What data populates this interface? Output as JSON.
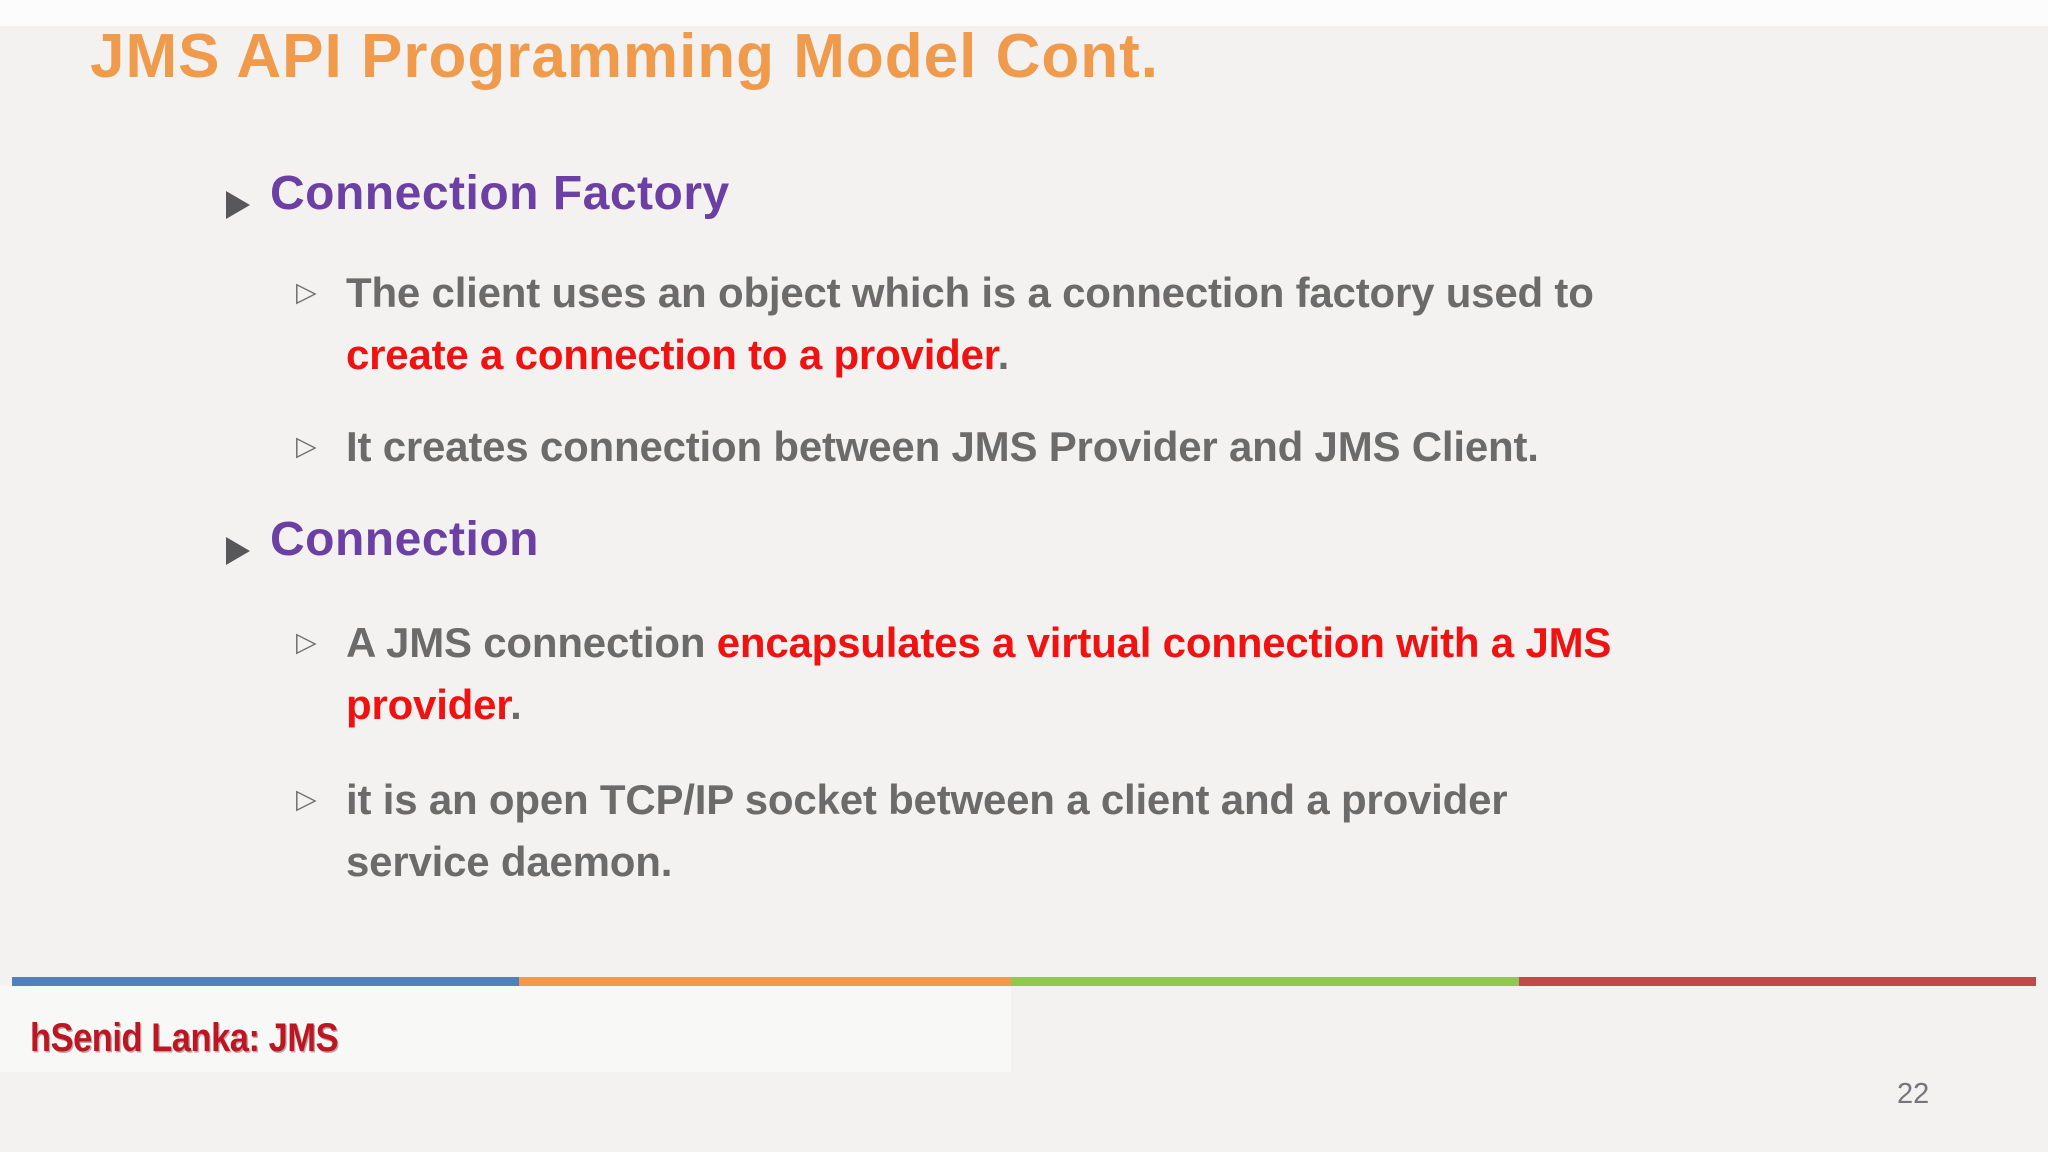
{
  "slide": {
    "title": "JMS API Programming Model Cont.",
    "footer": "hSenid Lanka: JMS",
    "page_number": "22",
    "icons": {
      "bullet_l2_glyph": "▷"
    },
    "colors": {
      "background": "#f3f2f1",
      "top_strip": "#fcfcfd",
      "title": "#f09a4c",
      "heading": "#6c3fa4",
      "body": "#6b6b6b",
      "emphasis": "#f01111",
      "bullet_l1": "#58585a",
      "bullet_l2": "#707072",
      "footer": "#bb1622",
      "page_number": "#75757b",
      "accent_bar": [
        "#4e81bd",
        "#f2994a",
        "#94c74e",
        "#bf4b4b"
      ]
    },
    "sections": [
      {
        "heading": "Connection Factory",
        "items": [
          {
            "segments": [
              {
                "text": "The client uses an object which is a connection factory used to",
                "style": "body"
              },
              {
                "text": "create a connection to a provider",
                "style": "emphasis"
              },
              {
                "text": ".",
                "style": "body"
              }
            ]
          },
          {
            "segments": [
              {
                "text": "It creates connection between JMS Provider and JMS Client.",
                "style": "body"
              }
            ]
          }
        ]
      },
      {
        "heading": "Connection",
        "items": [
          {
            "segments": [
              {
                "text": "A JMS connection ",
                "style": "body"
              },
              {
                "text": "encapsulates a virtual connection with a JMS",
                "style": "emphasis"
              },
              {
                "text": "provider",
                "style": "emphasis"
              },
              {
                "text": ".",
                "style": "body"
              }
            ]
          },
          {
            "segments": [
              {
                "text": "it is an open TCP/IP socket between a client and a provider",
                "style": "body"
              },
              {
                "text": "service daemon.",
                "style": "body"
              }
            ]
          }
        ]
      }
    ]
  }
}
